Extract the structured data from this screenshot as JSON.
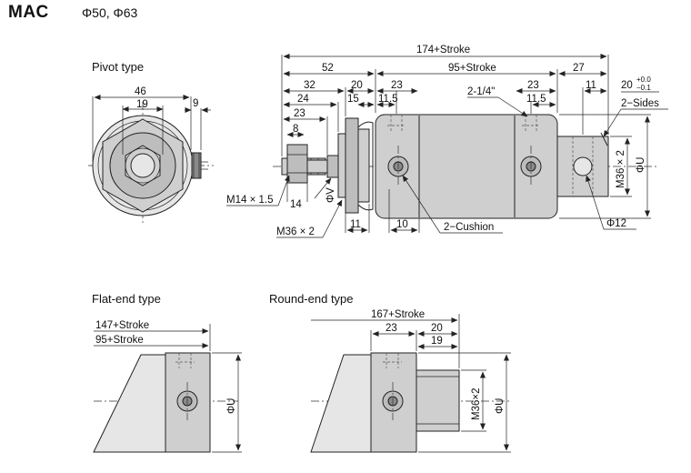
{
  "header": {
    "model": "MAC",
    "sizes": "Φ50, Φ63"
  },
  "views": {
    "pivot": {
      "title": "Pivot type"
    },
    "flat": {
      "title": "Flat-end type"
    },
    "round": {
      "title": "Round-end type"
    }
  },
  "dims": {
    "pivot_end": {
      "d46": "46",
      "d19": "19",
      "d9": "9"
    },
    "main": {
      "total": "174+Stroke",
      "d52": "52",
      "body": "95+Stroke",
      "d27": "27",
      "d32": "32",
      "d20": "20",
      "d23a": "23",
      "d24": "24",
      "d15": "15",
      "d11_5a": "11.5",
      "port": "2-1/4\"",
      "d23b": "23",
      "d11_5b": "11.5",
      "d11r": "11",
      "tol": "20",
      "tol_up": "+0.0",
      "tol_lo": "−0.1",
      "sides": "2−Sides",
      "d23c": "23",
      "d8": "8",
      "m14": "M14 × 1.5",
      "d14": "14",
      "phiv": "ΦV",
      "m36": "M36 × 2",
      "d11b": "11",
      "d10": "10",
      "cushion": "2−Cushion",
      "m36v": "M36 × 2",
      "phiu": "ΦU",
      "phi12": "Φ12"
    },
    "flat_end": {
      "total": "147+Stroke",
      "body": "95+Stroke",
      "phiu": "ΦU"
    },
    "round_end": {
      "total": "167+Stroke",
      "d23": "23",
      "d20": "20",
      "d19": "19",
      "m36": "M36×2",
      "phiu": "ΦU"
    }
  }
}
